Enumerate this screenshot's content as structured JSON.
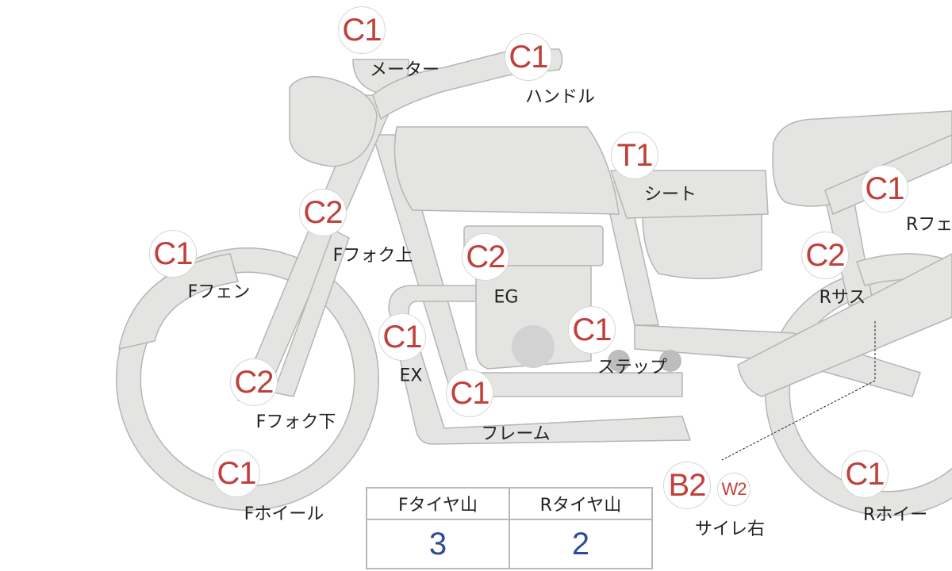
{
  "colors": {
    "part_fill": "#e4e4e2",
    "part_stroke": "#b5b5b5",
    "badge_text": "#c0403c",
    "value_text": "#2d4a9c"
  },
  "parts": [
    {
      "id": "meter",
      "grade": "C1",
      "label": "メーター"
    },
    {
      "id": "handle",
      "grade": "C1",
      "label": "ハンドル"
    },
    {
      "id": "seat",
      "grade": "T1",
      "label": "シート"
    },
    {
      "id": "r-fender",
      "grade": "C1",
      "label": "Rフェ"
    },
    {
      "id": "f-fork-upper",
      "grade": "C2",
      "label": "Fフォク上"
    },
    {
      "id": "f-fender",
      "grade": "C1",
      "label": "Fフェン"
    },
    {
      "id": "engine",
      "grade": "C2",
      "label": "EG"
    },
    {
      "id": "r-suspension",
      "grade": "C2",
      "label": "Rサス"
    },
    {
      "id": "step",
      "grade": "C1",
      "label": "ステップ"
    },
    {
      "id": "exhaust",
      "grade": "C1",
      "label": "EX"
    },
    {
      "id": "f-fork-lower",
      "grade": "C2",
      "label": "Fフォク下"
    },
    {
      "id": "frame",
      "grade": "C1",
      "label": "フレーム"
    },
    {
      "id": "f-wheel",
      "grade": "C1",
      "label": "Fホイール"
    },
    {
      "id": "silencer-right",
      "grade": "B2",
      "grade2": "W2",
      "label": "サイレ右"
    },
    {
      "id": "r-wheel",
      "grade": "C1",
      "label": "Rホイー"
    }
  ],
  "tire_table": {
    "headers": [
      "Fタイヤ山",
      "Rタイヤ山"
    ],
    "values": [
      "3",
      "2"
    ]
  }
}
